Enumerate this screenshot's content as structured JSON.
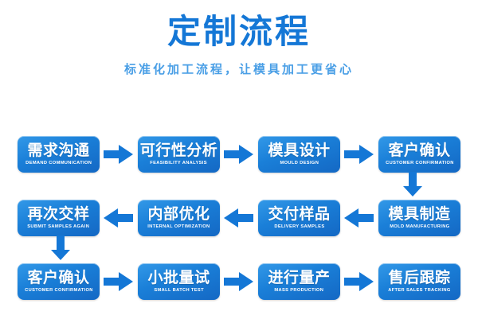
{
  "header": {
    "title": "定制流程",
    "subtitle": "标准化加工流程，让模具加工更省心"
  },
  "colors": {
    "brand_blue": "#1477d6",
    "box_gradient_light": "#3399e8",
    "box_gradient_dark": "#1468c4",
    "subtitle_blue": "#4a9fe6",
    "background": "#ffffff"
  },
  "flow": {
    "rows": [
      {
        "id": "row-1",
        "direction": "left-to-right",
        "steps": [
          {
            "cn": "需求沟通",
            "en": "DEMAND COMMUNICATION"
          },
          {
            "cn": "可行性分析",
            "en": "FEASIBILITY ANALYSIS"
          },
          {
            "cn": "模具设计",
            "en": "MOULD DESIGN"
          },
          {
            "cn": "客户确认",
            "en": "CUSTOMER CONFIRMATION"
          }
        ]
      },
      {
        "id": "row-2",
        "direction": "right-to-left",
        "steps": [
          {
            "cn": "再次交样",
            "en": "SUBMIT SAMPLES AGAIN"
          },
          {
            "cn": "内部优化",
            "en": "INTERNAL OPTIMIZATION"
          },
          {
            "cn": "交付样品",
            "en": "DELIVERY SAMPLES"
          },
          {
            "cn": "模具制造",
            "en": "MOLD MANUFACTURING"
          }
        ]
      },
      {
        "id": "row-3",
        "direction": "left-to-right",
        "steps": [
          {
            "cn": "客户确认",
            "en": "CUSTOMER CONFIRMATION"
          },
          {
            "cn": "小批量试",
            "en": "SMALL BATCH TEST"
          },
          {
            "cn": "进行量产",
            "en": "MASS PRODUCTION"
          },
          {
            "cn": "售后跟踪",
            "en": "AFTER SALES TRACKING"
          }
        ]
      }
    ],
    "connectors": [
      {
        "id": "connector-1",
        "icon": "arrow-down-icon",
        "from": "客户确认",
        "to": "模具制造"
      },
      {
        "id": "connector-2",
        "icon": "arrow-down-icon",
        "from": "再次交样",
        "to": "客户确认"
      }
    ],
    "arrow_icons": {
      "right": "arrow-right-icon",
      "left": "arrow-left-icon",
      "down": "arrow-down-icon"
    }
  }
}
